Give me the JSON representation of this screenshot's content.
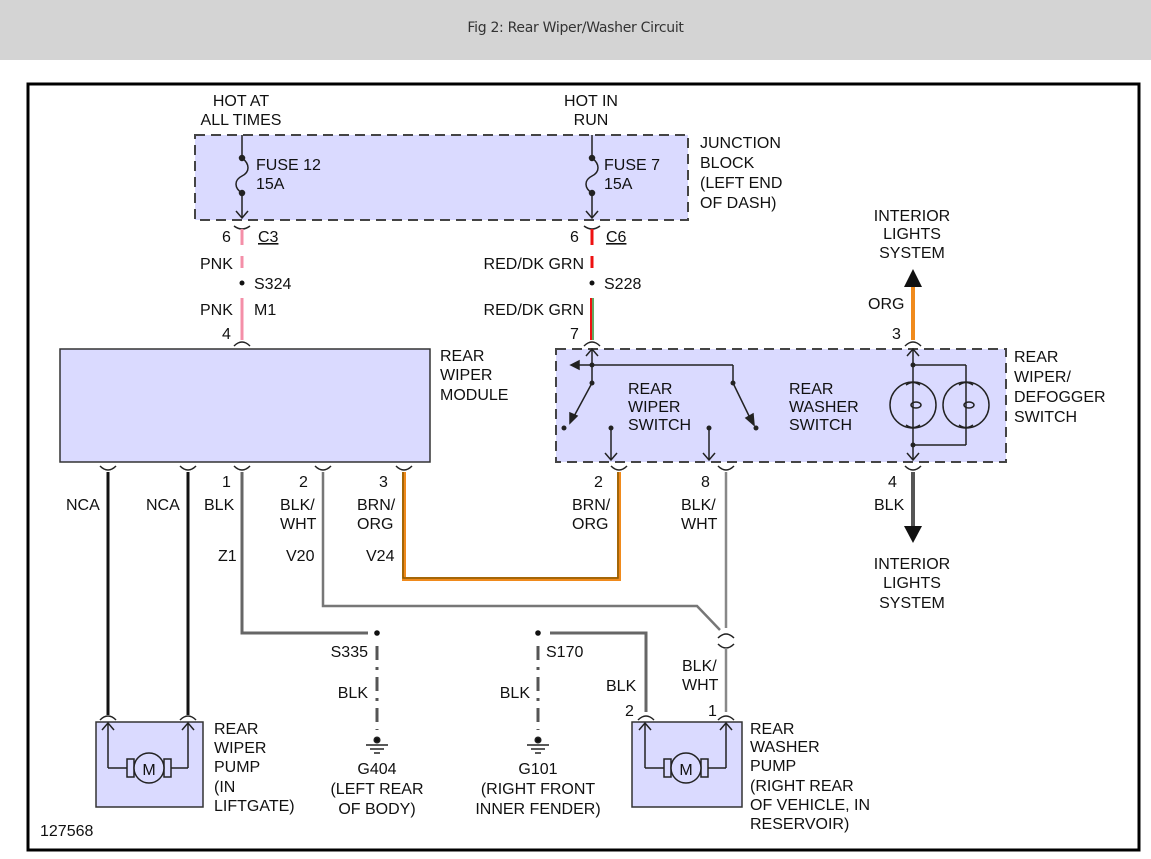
{
  "header": {
    "title": "Fig 2: Rear Wiper/Washer Circuit"
  },
  "colors": {
    "header_bg": "#d4d4d4",
    "component_fill": "#dadaff",
    "pnk": "#f48fa8",
    "red": "#ee1111",
    "dk_grn": "#2e8b2e",
    "brn": "#8b5a00",
    "org": "#f08a1c",
    "blk": "#111111",
    "gray_wire": "#666666"
  },
  "figure_id": "127568",
  "power": {
    "left": [
      "HOT AT",
      "ALL TIMES"
    ],
    "right": [
      "HOT IN",
      "RUN"
    ]
  },
  "junction_block": {
    "label": [
      "JUNCTION",
      "BLOCK",
      "(LEFT END",
      "OF DASH)"
    ],
    "fuse_left": {
      "name": "FUSE 12",
      "rating": "15A",
      "pin": "6",
      "connector": "C3"
    },
    "fuse_right": {
      "name": "FUSE 7",
      "rating": "15A",
      "pin": "6",
      "connector": "C6"
    }
  },
  "wires": {
    "pnk_1": "PNK",
    "pnk_2": "PNK",
    "pnk_circuit": "M1",
    "splice_s324": "S324",
    "red_1": "RED/DK GRN",
    "red_2": "RED/DK GRN",
    "splice_s228": "S228",
    "org": "ORG",
    "blk_switch": "BLK"
  },
  "rear_wiper_module": {
    "label": [
      "REAR",
      "WIPER",
      "MODULE"
    ],
    "top_pin": "4",
    "pins": [
      {
        "pin": "",
        "color": [
          "NCA"
        ],
        "circuit": ""
      },
      {
        "pin": "",
        "color": [
          "NCA"
        ],
        "circuit": ""
      },
      {
        "pin": "1",
        "color": [
          "BLK"
        ],
        "circuit": "Z1"
      },
      {
        "pin": "2",
        "color": [
          "BLK/",
          "WHT"
        ],
        "circuit": "V20"
      },
      {
        "pin": "3",
        "color": [
          "BRN/",
          "ORG"
        ],
        "circuit": "V24"
      }
    ]
  },
  "switch": {
    "label": [
      "REAR",
      "WIPER/",
      "DEFOGGER",
      "SWITCH"
    ],
    "wiper_switch": [
      "REAR",
      "WIPER",
      "SWITCH"
    ],
    "washer_switch": [
      "REAR",
      "WASHER",
      "SWITCH"
    ],
    "pin_top_left": "7",
    "pin_top_right": "3",
    "pin_bottom_2": {
      "pin": "2",
      "color": [
        "BRN/",
        "ORG"
      ]
    },
    "pin_bottom_8": {
      "pin": "8",
      "color": [
        "BLK/",
        "WHT"
      ]
    },
    "pin_bottom_4": {
      "pin": "4",
      "color": "BLK"
    }
  },
  "interior_lights_top": [
    "INTERIOR",
    "LIGHTS",
    "SYSTEM"
  ],
  "interior_lights_bottom": [
    "INTERIOR",
    "LIGHTS",
    "SYSTEM"
  ],
  "grounds": {
    "s335": {
      "splice": "S335",
      "wire": "BLK",
      "ground": "G404",
      "location": [
        "(LEFT REAR",
        "OF BODY)"
      ]
    },
    "s170": {
      "splice": "S170",
      "wire": "BLK",
      "ground": "G101",
      "location": [
        "(RIGHT FRONT",
        "INNER FENDER)"
      ]
    }
  },
  "rear_wiper_pump": {
    "label": [
      "REAR",
      "WIPER",
      "PUMP",
      "(IN",
      "LIFTGATE)"
    ],
    "motor": "M"
  },
  "rear_washer_pump": {
    "label": [
      "REAR",
      "WASHER",
      "PUMP",
      "(RIGHT REAR",
      "OF VEHICLE, IN",
      "RESERVOIR)"
    ],
    "motor": "M",
    "pin_1": "1",
    "pin_2": "2",
    "wire_pin2": "BLK",
    "wire_pin1": [
      "BLK/",
      "WHT"
    ]
  }
}
